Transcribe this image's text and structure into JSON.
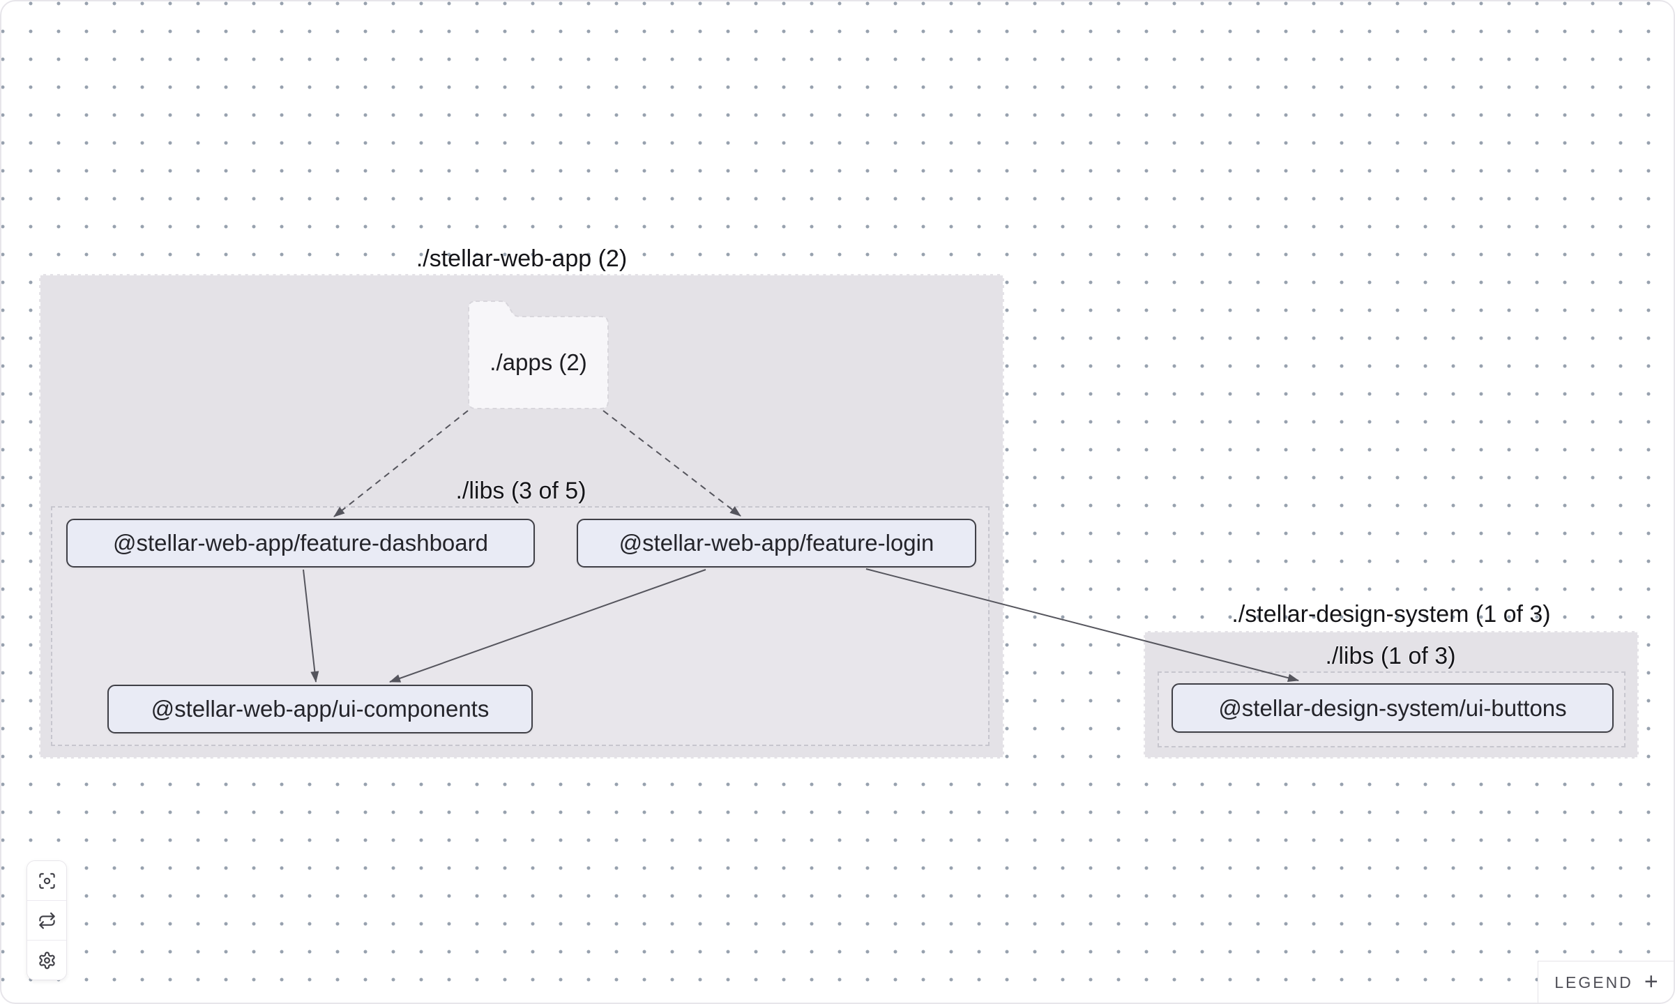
{
  "groups": [
    {
      "id": "stellar-web-app",
      "label": "./stellar-web-app (2)"
    },
    {
      "id": "stellar-web-app-libs",
      "label": "./libs (3 of 5)"
    },
    {
      "id": "stellar-design-system",
      "label": "./stellar-design-system (1 of 3)"
    },
    {
      "id": "stellar-design-system-libs",
      "label": "./libs (1 of 3)"
    }
  ],
  "folder": {
    "label": "./apps (2)"
  },
  "nodes": [
    {
      "id": "feature-dashboard",
      "label": "@stellar-web-app/feature-dashboard"
    },
    {
      "id": "feature-login",
      "label": "@stellar-web-app/feature-login"
    },
    {
      "id": "ui-components",
      "label": "@stellar-web-app/ui-components"
    },
    {
      "id": "ui-buttons",
      "label": "@stellar-design-system/ui-buttons"
    }
  ],
  "edges": [
    {
      "from": "./apps",
      "to": "@stellar-web-app/feature-dashboard",
      "style": "dashed"
    },
    {
      "from": "./apps",
      "to": "@stellar-web-app/feature-login",
      "style": "dashed"
    },
    {
      "from": "@stellar-web-app/feature-dashboard",
      "to": "@stellar-web-app/ui-components",
      "style": "solid"
    },
    {
      "from": "@stellar-web-app/feature-login",
      "to": "@stellar-web-app/ui-components",
      "style": "solid"
    },
    {
      "from": "@stellar-web-app/feature-login",
      "to": "@stellar-design-system/ui-buttons",
      "style": "solid"
    }
  ],
  "toolbar": {
    "buttons": [
      {
        "icon": "focus-icon"
      },
      {
        "icon": "refresh-icon"
      },
      {
        "icon": "settings-icon"
      }
    ]
  },
  "legend": {
    "label": "LEGEND",
    "toggle": "+"
  },
  "colors": {
    "group_bg": "#e4e2e7",
    "node_bg": "#e9ebf5",
    "node_border": "#3f3f46",
    "edge": "#55555d",
    "dot": "#97a1ae",
    "folder_bg": "#f7f6f9"
  }
}
